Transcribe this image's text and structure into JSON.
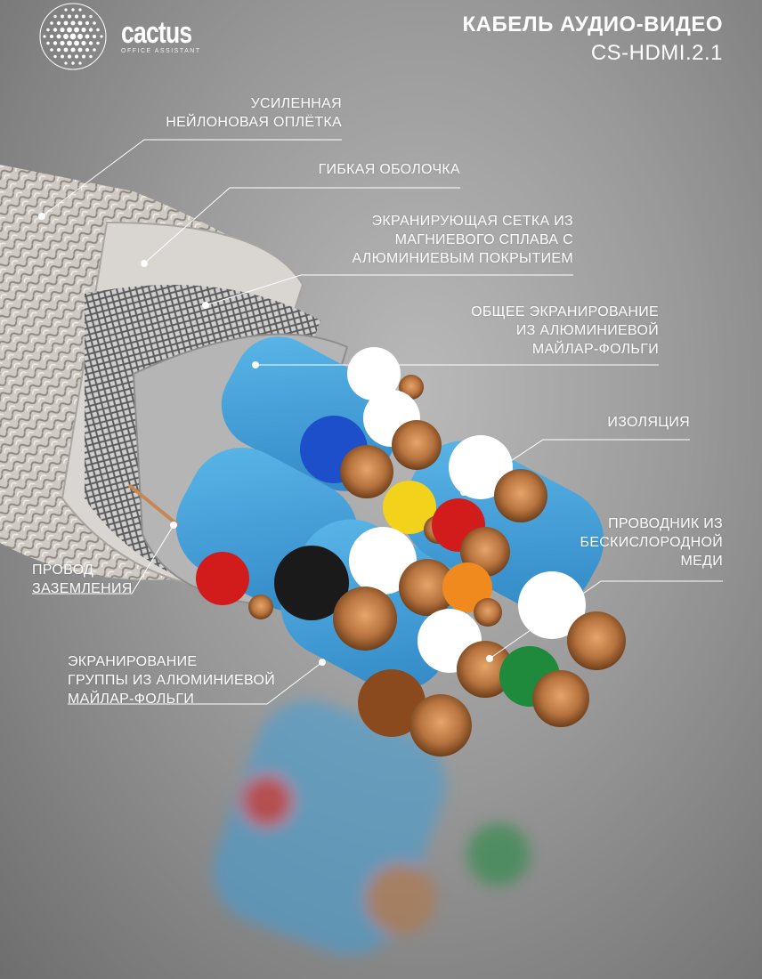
{
  "brand": {
    "name": "cactus",
    "tagline": "OFFICE ASSISTANT"
  },
  "header": {
    "title": "КАБЕЛЬ АУДИО-ВИДЕО",
    "model": "CS-HDMI.2.1"
  },
  "callouts": {
    "nylon": [
      "УСИЛЕННАЯ",
      "НЕЙЛОНОВАЯ ОПЛЁТКА"
    ],
    "sheath": [
      "ГИБКАЯ ОБОЛОЧКА"
    ],
    "mesh": [
      "ЭКРАНИРУЮЩАЯ СЕТКА ИЗ",
      "МАГНИЕВОГО СПЛАВА С",
      "АЛЮМИНИЕВЫМ ПОКРЫТИЕМ"
    ],
    "foil": [
      "ОБЩЕЕ ЭКРАНИРОВАНИЕ",
      "ИЗ АЛЮМИНИЕВОЙ",
      "МАЙЛАР-ФОЛЬГИ"
    ],
    "insulation": [
      "ИЗОЛЯЦИЯ"
    ],
    "conductor": [
      "ПРОВОДНИК ИЗ",
      "БЕСКИСЛОРОДНОЙ",
      "МЕДИ"
    ],
    "ground": [
      "ПРОВОД",
      "ЗАЗЕМЛЕНИЯ"
    ],
    "group_foil": [
      "ЭКРАНИРОВАНИЕ",
      "ГРУППЫ ИЗ АЛЮМИНИЕВОЙ",
      "МАЙЛАР-ФОЛЬГИ"
    ]
  },
  "colors": {
    "text": "#ffffff",
    "blue_foil": "#3f9fd8",
    "copper": "#b8743f",
    "wire_colors": [
      "#ffffff",
      "#1c4fc9",
      "#f2d21a",
      "#d21b1b",
      "#1a1a1a",
      "#f08a1e",
      "#1f8a3c",
      "#8a4a1e"
    ]
  }
}
